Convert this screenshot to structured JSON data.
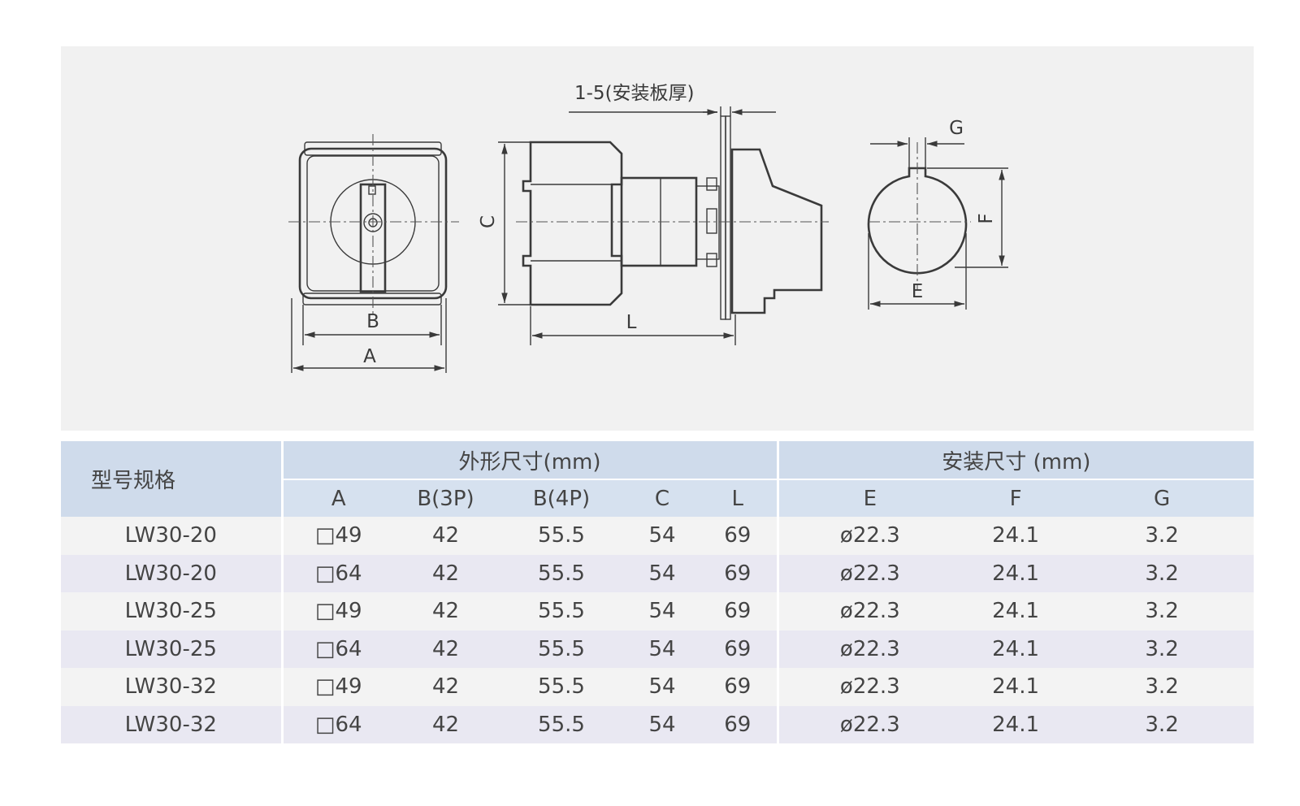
{
  "drawing": {
    "plate_thickness_label": "1-5(安装板厚)",
    "dim_A": "A",
    "dim_B": "B",
    "dim_C": "C",
    "dim_L": "L",
    "dim_E": "E",
    "dim_F": "F",
    "dim_G": "G"
  },
  "table": {
    "header_model": "型号规格",
    "header_outline": "外形尺寸(mm)",
    "header_mount": "安装尺寸 (mm)",
    "outline_cols": [
      "A",
      "B(3P)",
      "B(4P)",
      "C",
      "L"
    ],
    "mount_cols": [
      "E",
      "F",
      "G"
    ],
    "rows": [
      {
        "model": "LW30-20",
        "A": "□49",
        "B3P": "42",
        "B4P": "55.5",
        "C": "54",
        "L": "69",
        "E": "ø22.3",
        "F": "24.1",
        "G": "3.2"
      },
      {
        "model": "LW30-20",
        "A": "□64",
        "B3P": "42",
        "B4P": "55.5",
        "C": "54",
        "L": "69",
        "E": "ø22.3",
        "F": "24.1",
        "G": "3.2"
      },
      {
        "model": "LW30-25",
        "A": "□49",
        "B3P": "42",
        "B4P": "55.5",
        "C": "54",
        "L": "69",
        "E": "ø22.3",
        "F": "24.1",
        "G": "3.2"
      },
      {
        "model": "LW30-25",
        "A": "□64",
        "B3P": "42",
        "B4P": "55.5",
        "C": "54",
        "L": "69",
        "E": "ø22.3",
        "F": "24.1",
        "G": "3.2"
      },
      {
        "model": "LW30-32",
        "A": "□49",
        "B3P": "42",
        "B4P": "55.5",
        "C": "54",
        "L": "69",
        "E": "ø22.3",
        "F": "24.1",
        "G": "3.2"
      },
      {
        "model": "LW30-32",
        "A": "□64",
        "B3P": "42",
        "B4P": "55.5",
        "C": "54",
        "L": "69",
        "E": "ø22.3",
        "F": "24.1",
        "G": "3.2"
      }
    ]
  }
}
